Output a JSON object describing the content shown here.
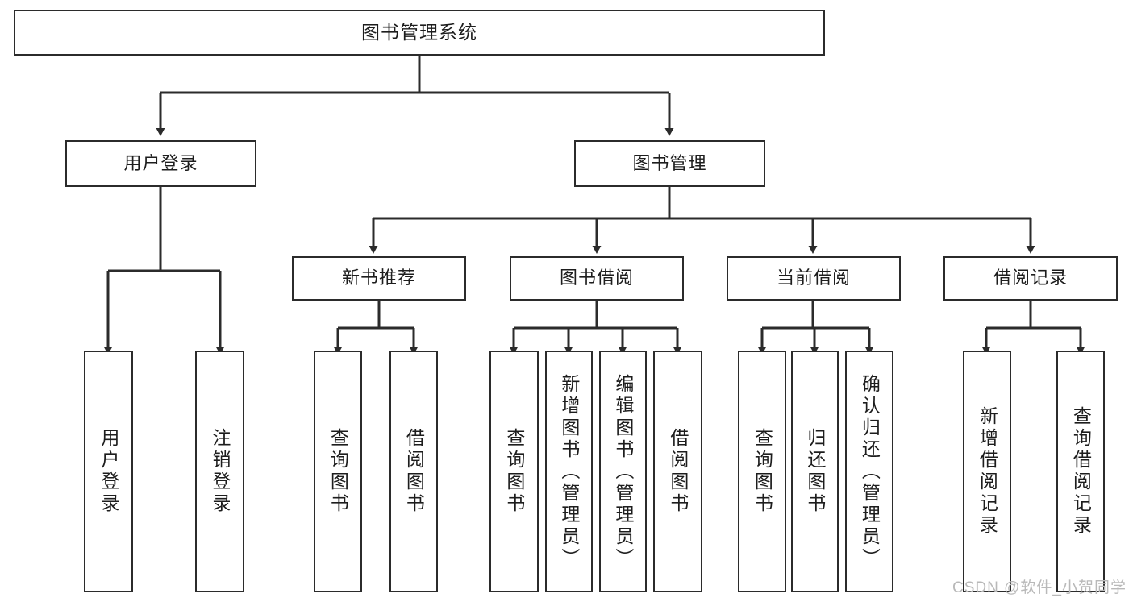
{
  "diagram": {
    "type": "tree",
    "title": "图书管理系统",
    "watermark": "CSDN @软件_小贺同学",
    "colors": {
      "stroke": "#2b2b2b",
      "fill": "#ffffff",
      "text": "#1d1d1d",
      "watermark": "#b9b9b9"
    },
    "nodes": {
      "root": "图书管理系统",
      "level2": [
        "用户登录",
        "图书管理"
      ],
      "level3": [
        "新书推荐",
        "图书借阅",
        "当前借阅",
        "借阅记录"
      ],
      "leaves": {
        "user_login": [
          "用户登录",
          "注销登录"
        ],
        "new_book_recommend": [
          "查询图书",
          "借阅图书"
        ],
        "book_borrow": [
          "查询图书",
          "新增图书（管理员）",
          "编辑图书（管理员）",
          "借阅图书"
        ],
        "current_borrow": [
          "查询图书",
          "归还图书",
          "确认归还（管理员）"
        ],
        "borrow_record": [
          "新增借阅记录",
          "查询借阅记录"
        ]
      }
    }
  }
}
